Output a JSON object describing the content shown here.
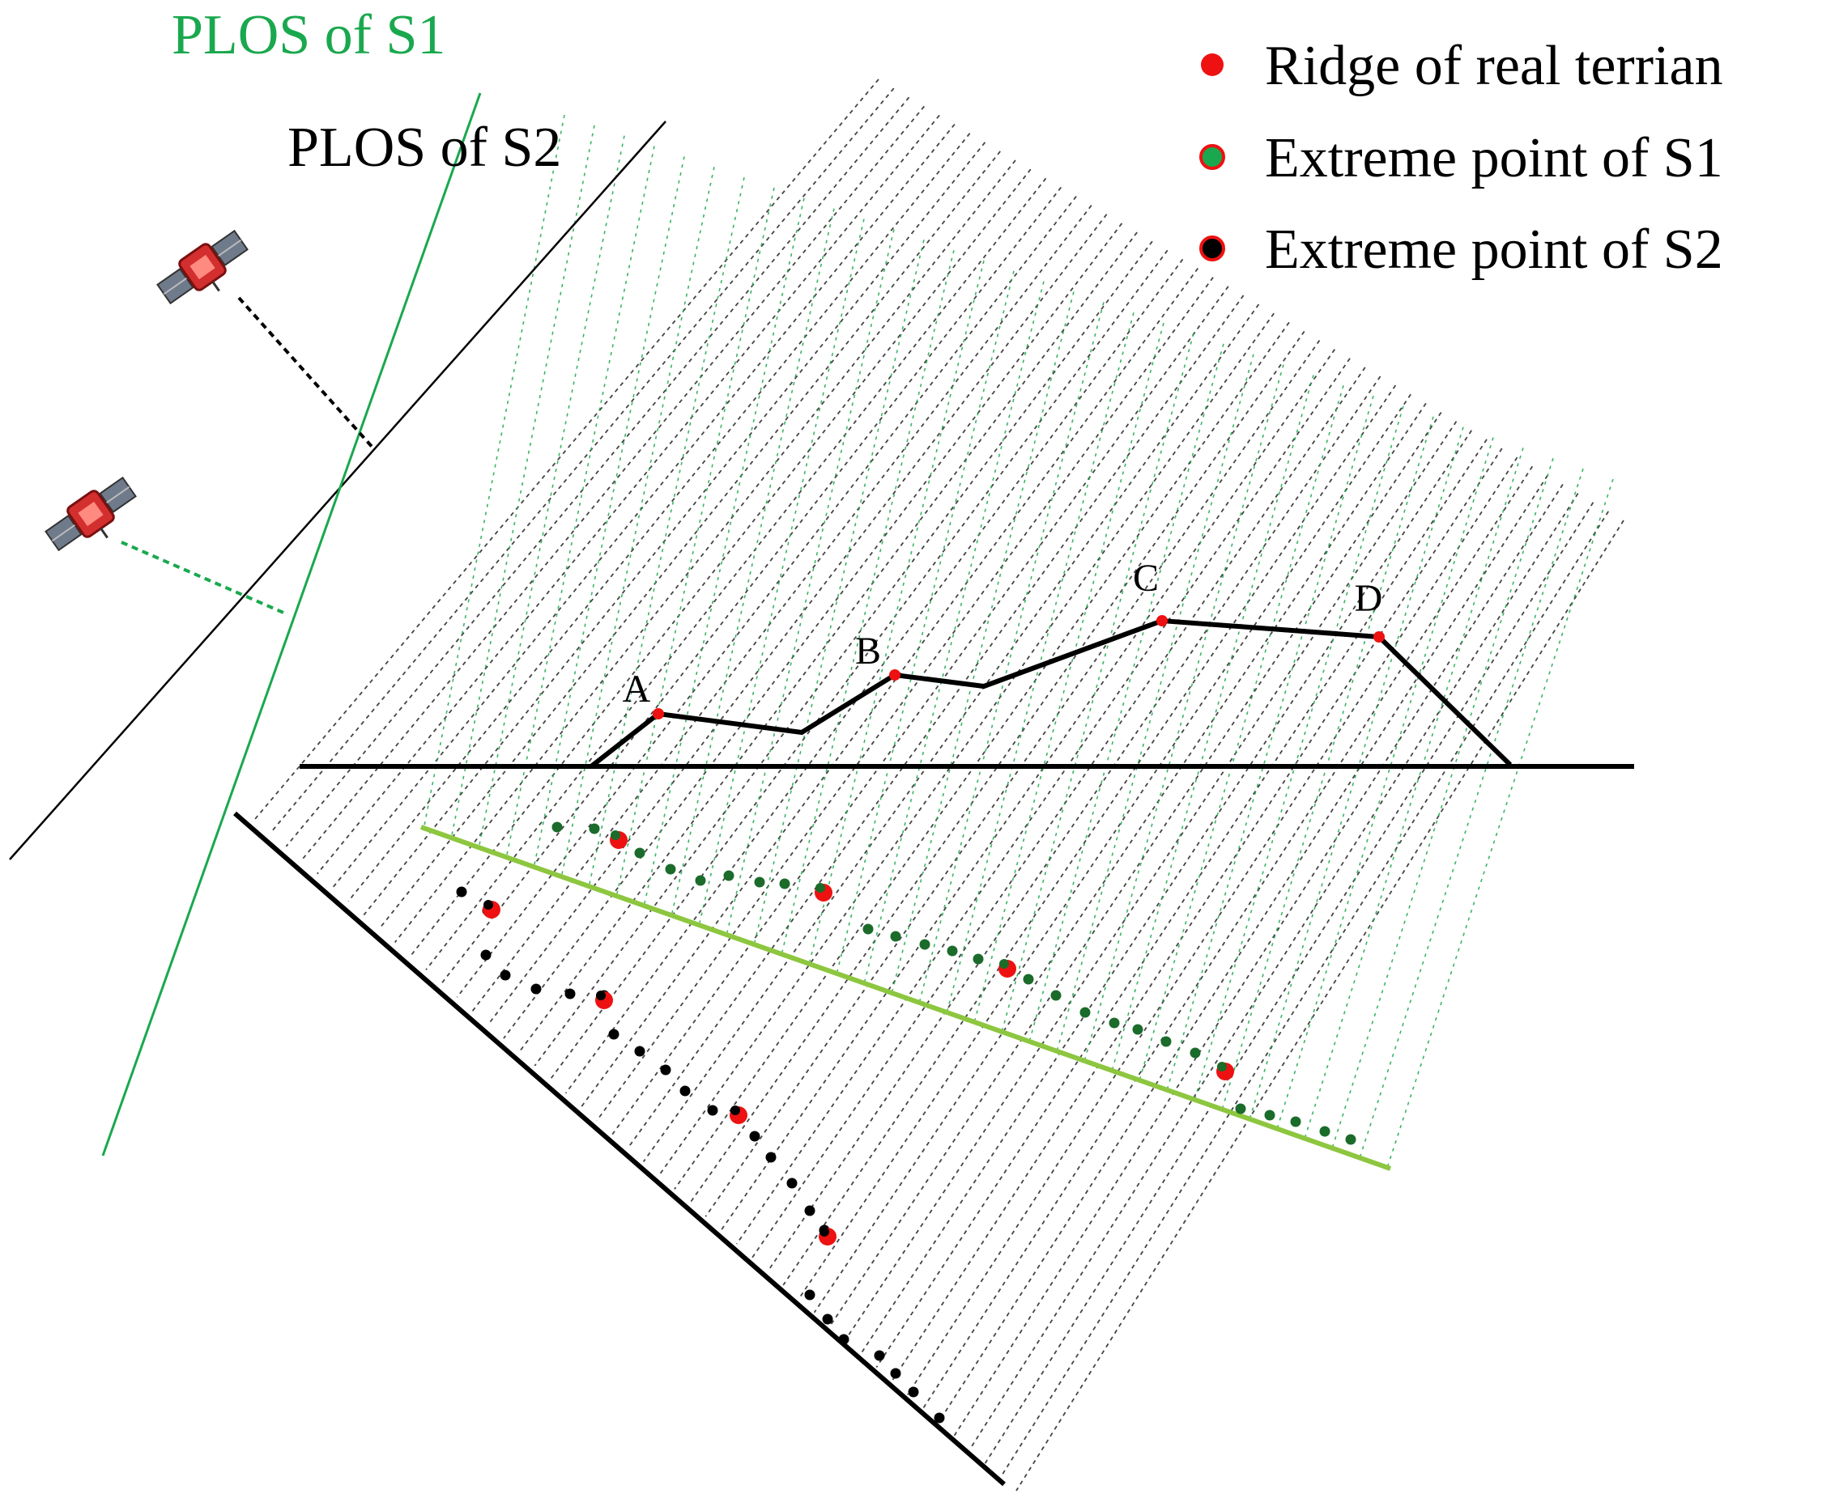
{
  "labels": {
    "plos_s1": "PLOS of S1",
    "plos_s2": "PLOS of S2",
    "point_a": "A",
    "point_b": "B",
    "point_c": "C",
    "point_d": "D"
  },
  "legend": [
    {
      "label": "Ridge of real terrian",
      "marker": "red-dot"
    },
    {
      "label": "Extreme point of S1",
      "marker": "green-dot-red-outline"
    },
    {
      "label": "Extreme point of S2",
      "marker": "black-dot-red-outline"
    }
  ],
  "icons": {
    "satellite_s2": "satellite-icon",
    "satellite_s1": "satellite-icon"
  },
  "colors": {
    "s1_green": "#1aa84e",
    "s1_dark_green": "#1b6b2a",
    "projection_green": "#8dc63f",
    "ridge_red": "#ee1111",
    "s2_black": "#000000",
    "hatch_gray": "#444444"
  }
}
